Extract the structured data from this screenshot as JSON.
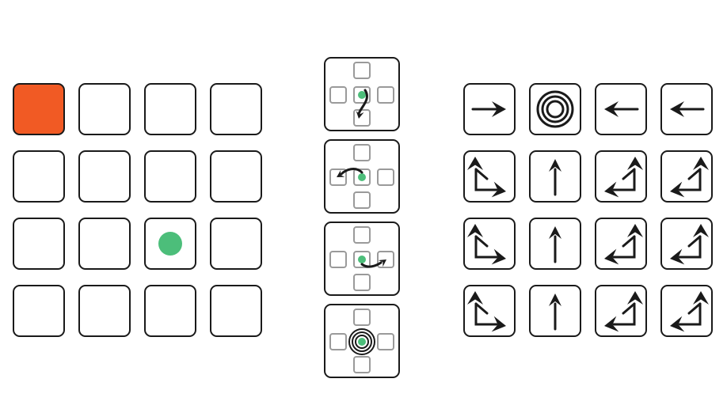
{
  "colors": {
    "agent": "#f15a24",
    "goal": "#4cbe7a",
    "outline": "#1a1a1a",
    "faded_tile": "#9a9a9a"
  },
  "left_grid": {
    "rows": 4,
    "cols": 4,
    "agent_cell": [
      0,
      0
    ],
    "goal_cell": [
      2,
      2
    ]
  },
  "action_panels": [
    {
      "action": "turn-left-curve-down",
      "icon": "curved-arrow-down-icon"
    },
    {
      "action": "turn-left",
      "icon": "curved-arrow-left-icon"
    },
    {
      "action": "turn-right",
      "icon": "curved-arrow-right-icon"
    },
    {
      "action": "stay",
      "icon": "concentric-rings-icon"
    }
  ],
  "policy_grid": [
    [
      "right",
      "rings",
      "left",
      "left"
    ],
    [
      "up-right",
      "up",
      "up-left",
      "up-left"
    ],
    [
      "up-right",
      "up",
      "up-left",
      "up-left"
    ],
    [
      "up-right",
      "up",
      "up-left",
      "up-left"
    ]
  ]
}
